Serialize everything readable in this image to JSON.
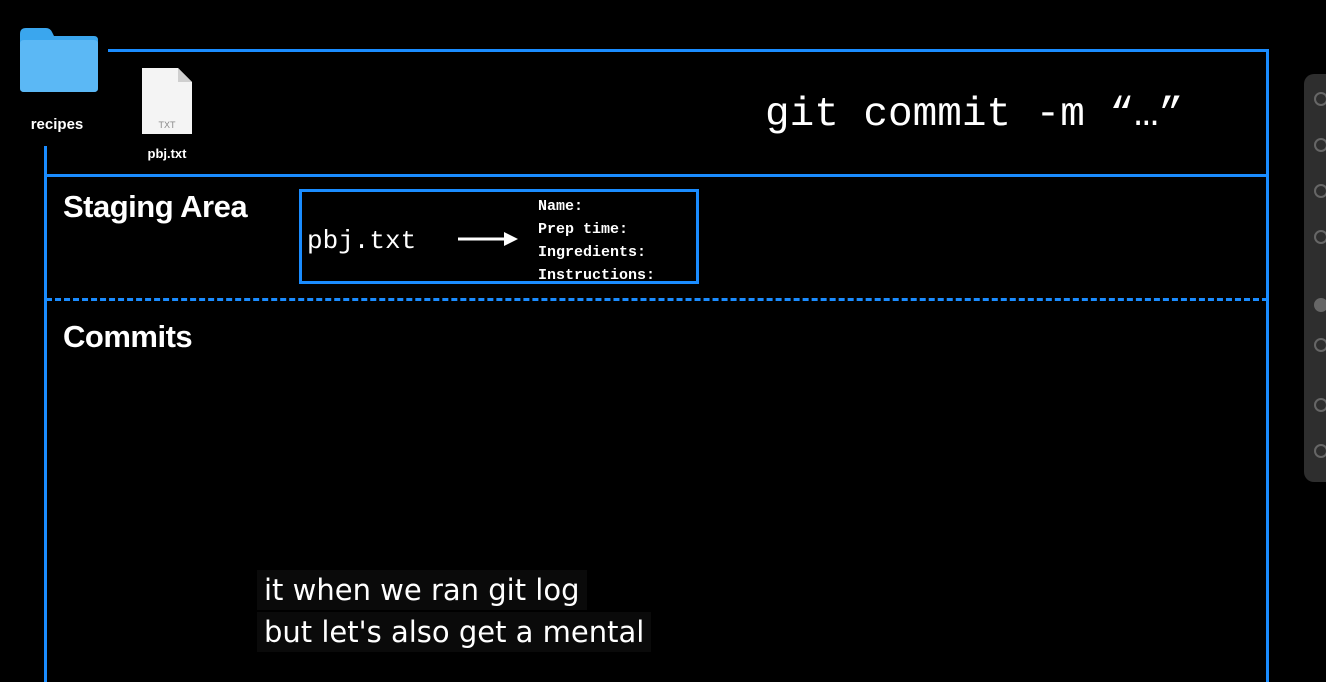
{
  "desktop": {
    "folder_label": "recipes",
    "file_label": "pbj.txt",
    "file_badge": "TXT"
  },
  "command": "git commit -m “…”",
  "staging": {
    "title": "Staging Area",
    "file": "pbj.txt",
    "fields": [
      "Name:",
      "Prep time:",
      "Ingredients:",
      "Instructions:"
    ]
  },
  "commits": {
    "title": "Commits"
  },
  "captions": {
    "line1": "it when we ran git log",
    "line2": "but let's also get a mental"
  },
  "colors": {
    "accent": "#1a8cff",
    "background": "#000000",
    "folder": "#5bb8f5"
  }
}
